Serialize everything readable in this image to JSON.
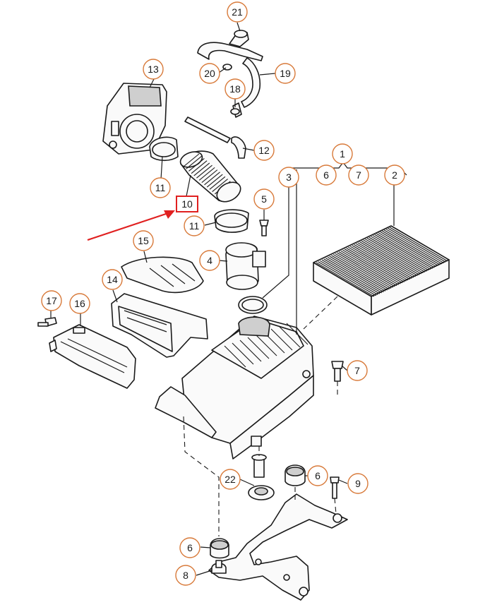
{
  "diagram": {
    "callouts": [
      {
        "id": "c21a",
        "label": "21"
      },
      {
        "id": "c20",
        "label": "20"
      },
      {
        "id": "c19",
        "label": "19"
      },
      {
        "id": "c13",
        "label": "13"
      },
      {
        "id": "c18",
        "label": "18"
      },
      {
        "id": "c12",
        "label": "12"
      },
      {
        "id": "c1",
        "label": "1"
      },
      {
        "id": "c11a",
        "label": "11"
      },
      {
        "id": "c3",
        "label": "3"
      },
      {
        "id": "c6a",
        "label": "6"
      },
      {
        "id": "c7a",
        "label": "7"
      },
      {
        "id": "c2",
        "label": "2"
      },
      {
        "id": "c5",
        "label": "5"
      },
      {
        "id": "c11b",
        "label": "11"
      },
      {
        "id": "c15",
        "label": "15"
      },
      {
        "id": "c4",
        "label": "4"
      },
      {
        "id": "c14",
        "label": "14"
      },
      {
        "id": "c17",
        "label": "17"
      },
      {
        "id": "c16",
        "label": "16"
      },
      {
        "id": "c7b",
        "label": "7"
      },
      {
        "id": "c22",
        "label": "22"
      },
      {
        "id": "c6b",
        "label": "6"
      },
      {
        "id": "c9",
        "label": "9"
      },
      {
        "id": "c6c",
        "label": "6"
      },
      {
        "id": "c8",
        "label": "8"
      }
    ],
    "highlight": {
      "label": "10",
      "color": "#e02020"
    },
    "callout_color": "#d87a3a",
    "arrow_color": "#e02020"
  }
}
